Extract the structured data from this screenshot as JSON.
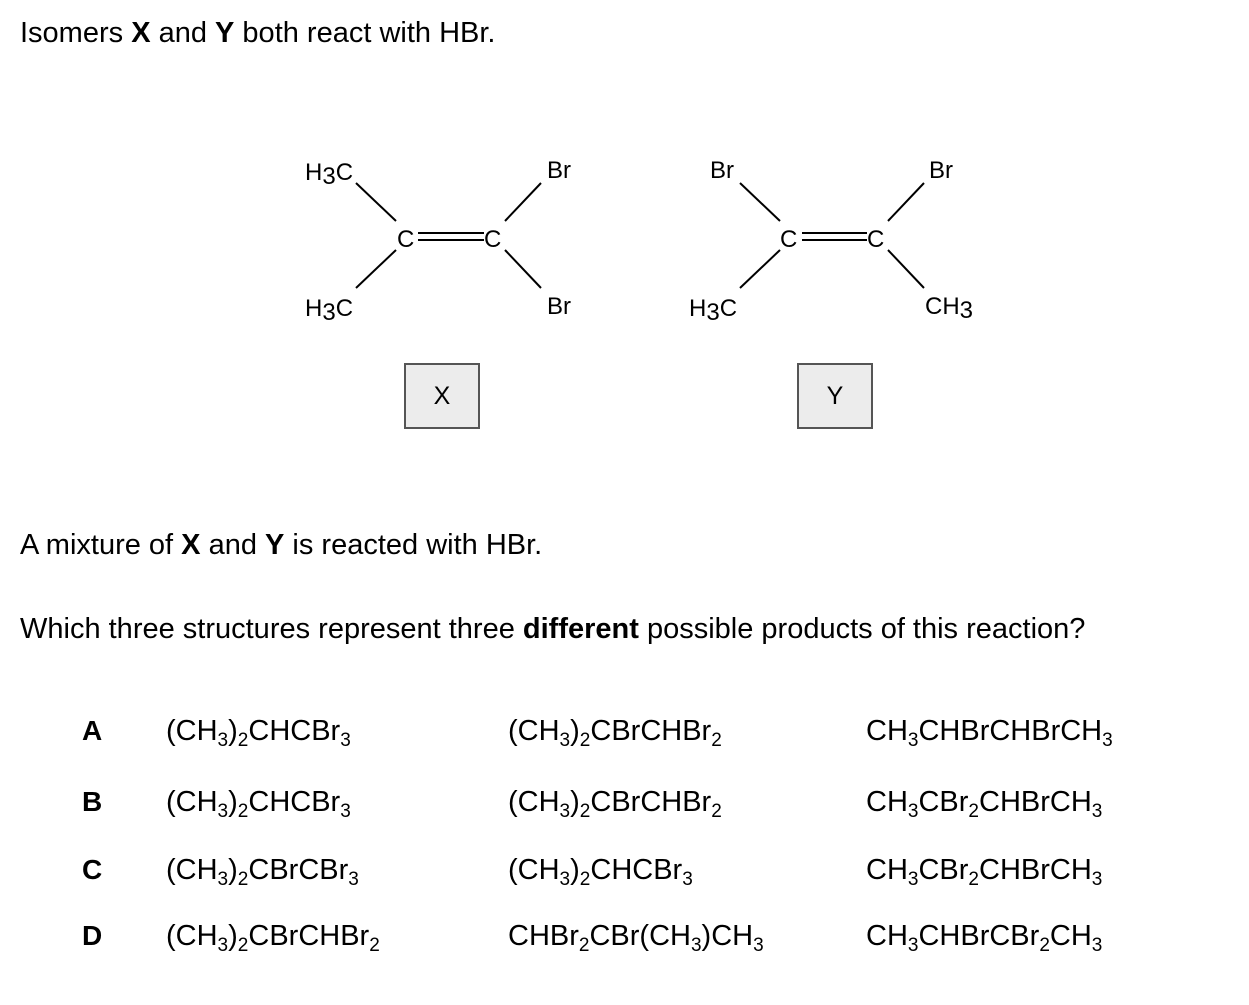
{
  "intro": {
    "p1": "Isomers ",
    "x": "X",
    "p2": " and ",
    "y": "Y",
    "p3": " both react with HBr."
  },
  "diagram": {
    "x": {
      "top_left": [
        "H",
        "3",
        "C"
      ],
      "bottom_left": [
        "H",
        "3",
        "C"
      ],
      "top_right": "Br",
      "bottom_right": "Br",
      "c1": "C",
      "c2": "C",
      "label": "X"
    },
    "y": {
      "top_left": "Br",
      "bottom_left": [
        "H",
        "3",
        "C"
      ],
      "top_right": "Br",
      "bottom_right": [
        "CH",
        "3"
      ],
      "c1": "C",
      "c2": "C",
      "label": "Y"
    }
  },
  "mixture": {
    "p1": "A mixture of ",
    "x": "X",
    "p2": " and ",
    "y": "Y",
    "p3": " is reacted with HBr."
  },
  "question": {
    "p1": "Which three structures represent three ",
    "bold": "different",
    "p2": " possible products of this reaction?"
  },
  "options": [
    {
      "letter": "A",
      "formulas": [
        [
          "(CH",
          "3",
          ")",
          "2",
          "CHCBr",
          "3"
        ],
        [
          "(CH",
          "3",
          ")",
          "2",
          "CBrCHBr",
          "2"
        ],
        [
          "CH",
          "3",
          "CHBrCHBrCH",
          "3"
        ]
      ]
    },
    {
      "letter": "B",
      "formulas": [
        [
          "(CH",
          "3",
          ")",
          "2",
          "CHCBr",
          "3"
        ],
        [
          "(CH",
          "3",
          ")",
          "2",
          "CBrCHBr",
          "2"
        ],
        [
          "CH",
          "3",
          "CBr",
          "2",
          "CHBrCH",
          "3"
        ]
      ]
    },
    {
      "letter": "C",
      "formulas": [
        [
          "(CH",
          "3",
          ")",
          "2",
          "CBrCBr",
          "3"
        ],
        [
          "(CH",
          "3",
          ")",
          "2",
          "CHCBr",
          "3"
        ],
        [
          "CH",
          "3",
          "CBr",
          "2",
          "CHBrCH",
          "3"
        ]
      ]
    },
    {
      "letter": "D",
      "formulas": [
        [
          "(CH",
          "3",
          ")",
          "2",
          "CBrCHBr",
          "2"
        ],
        [
          "CHBr",
          "2",
          "CBr(CH",
          "3",
          ")CH",
          "3"
        ],
        [
          "CH",
          "3",
          "CHBrCBr",
          "2",
          "CH",
          "3"
        ]
      ]
    }
  ]
}
